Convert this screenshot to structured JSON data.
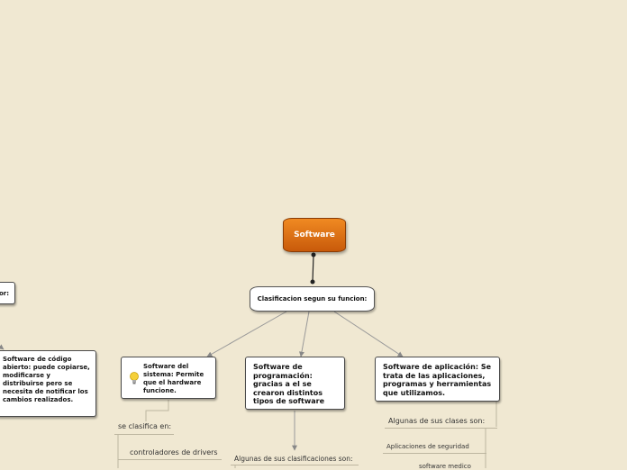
{
  "root": {
    "label": "Software"
  },
  "classifier": {
    "label": "Clasificacion segun su funcion:"
  },
  "left_cut": {
    "label": "or:"
  },
  "open_source": {
    "text": "Software de código abierto: puede copiarse, modificarse y distribuirse pero se necesita de notificar los cambios realizados."
  },
  "system": {
    "text": "Software del sistema: Permite que el hardware funcione.",
    "icon": "lightbulb-icon"
  },
  "system_children": {
    "label": "se clasifica en:",
    "child": "controladores de drivers"
  },
  "programming": {
    "text": "Software de programación: gracias a el se crearon distintos tipos de software"
  },
  "programming_children": {
    "label": "Algunas de sus clasificaciones son:"
  },
  "application": {
    "text": "Software de aplicación: Se trata de las aplicaciones, programas y herramientas que utilizamos."
  },
  "application_children": {
    "label": "Algunas de sus clases son:",
    "child1": "Aplicaciones de seguridad",
    "child2": "software medico"
  },
  "colors": {
    "root": "#e0700f",
    "background": "#f0e8d2",
    "line": "#9a9a9a"
  }
}
